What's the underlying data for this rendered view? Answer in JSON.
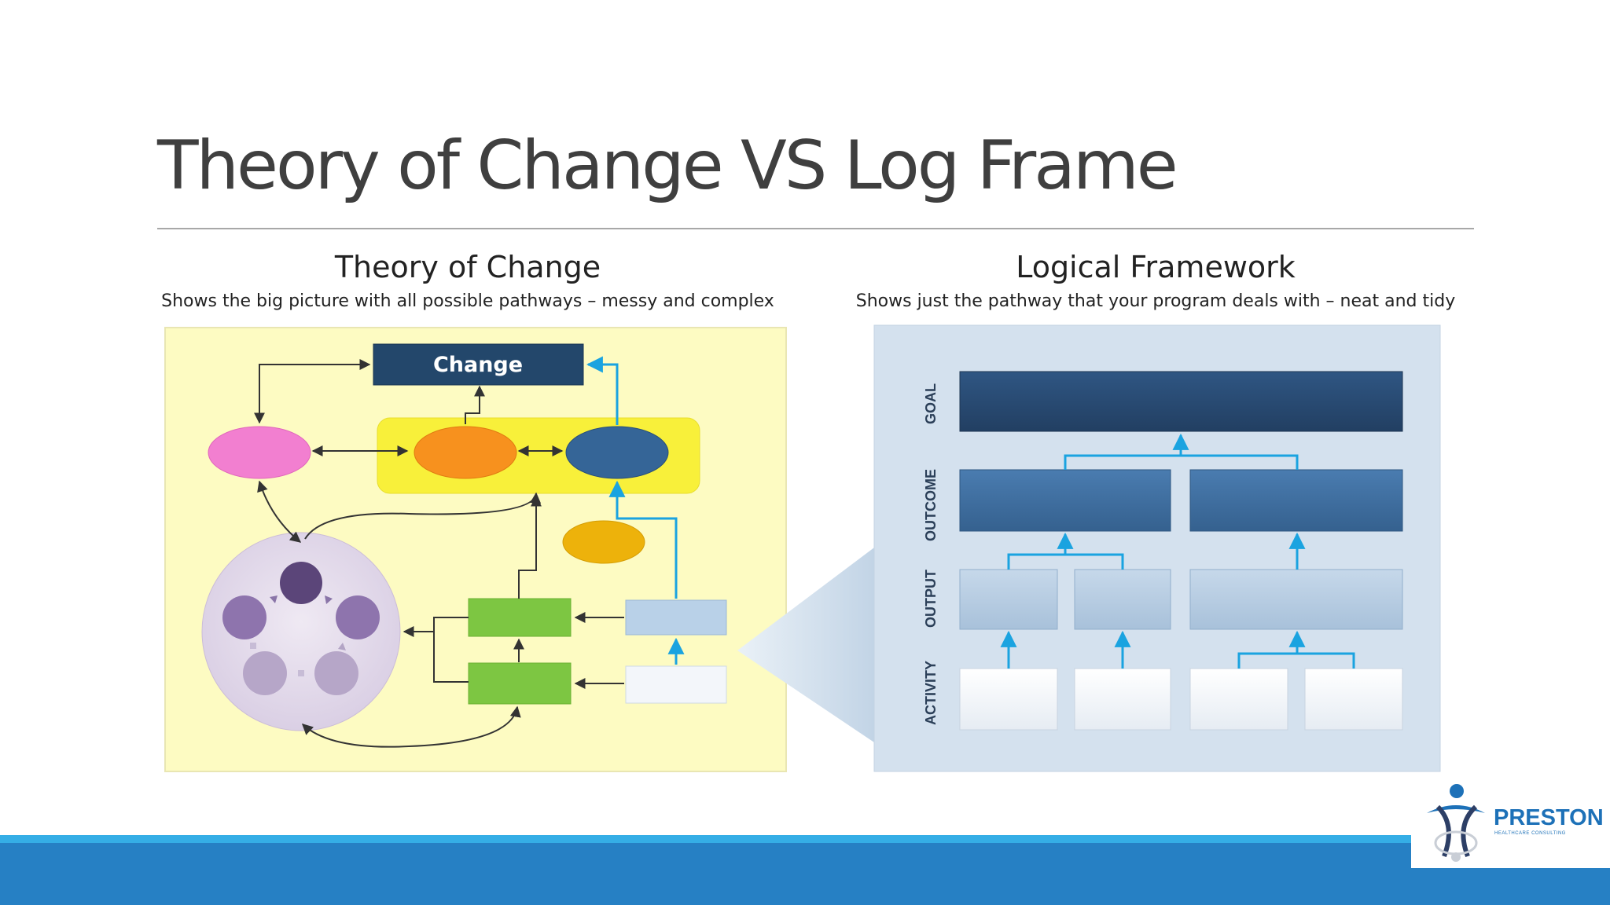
{
  "slide": {
    "title": "Theory of Change VS Log Frame"
  },
  "theory_of_change": {
    "heading": "Theory of Change",
    "subheading": "Shows the big picture with all possible pathways – messy and complex",
    "change_label": "Change"
  },
  "logical_framework": {
    "heading": "Logical Framework",
    "subheading": "Shows just the pathway that your program deals with – neat and tidy",
    "levels": [
      "GOAL",
      "OUTCOME",
      "OUTPUT",
      "ACTIVITY"
    ]
  },
  "logo": {
    "name": "PRESTON",
    "tagline": "HEALTHCARE CONSULTING"
  },
  "colors": {
    "title_text": "#3f3f3f",
    "footer_band": "#2680c4",
    "footer_stripe": "#35aee6",
    "toc_background": "#fdfbc2",
    "lf_background": "#d4e1ee",
    "goal_box": "#284a72",
    "outcome_box": "#3f6e9e",
    "output_box": "#b7cde2",
    "activity_box": "#f3f6fa",
    "connector_blue": "#1aa3e0"
  }
}
